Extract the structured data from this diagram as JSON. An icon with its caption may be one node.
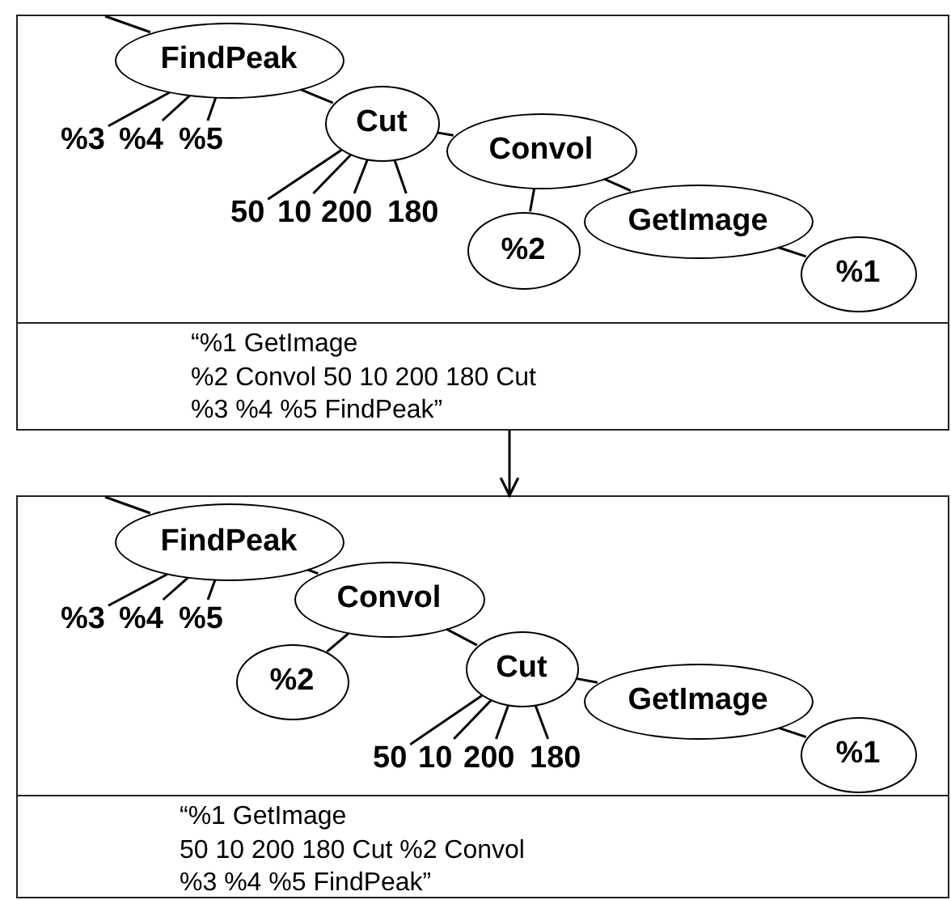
{
  "diagram": {
    "nodes": [
      {
        "text": [],
        "shape": "box"
      },
      {
        "text": [
          "FindPeak"
        ],
        "in": 0
      },
      {
        "text": [
          "%3"
        ],
        "in": 0
      },
      {
        "text": [
          "%4"
        ],
        "in": 0
      },
      {
        "text": [
          "%5"
        ],
        "in": 0
      },
      {
        "text": [
          "Cut"
        ],
        "in": 0
      },
      {
        "text": [
          "50"
        ],
        "in": 0
      },
      {
        "text": [
          "10"
        ],
        "in": 0
      },
      {
        "text": [
          "200"
        ],
        "in": 0
      },
      {
        "text": [
          "180"
        ],
        "in": 0
      },
      {
        "text": [
          "Convol"
        ],
        "in": 0
      },
      {
        "text": [
          "%2"
        ],
        "in": 0
      },
      {
        "text": [
          "GetImage"
        ],
        "in": 0
      },
      {
        "text": [
          "%1"
        ],
        "in": 0
      },
      {
        "text": [
          "“%1 GetImage",
          "%2 Convol 50 10 200 180 Cut",
          "%3 %4 %5 FindPeak”"
        ]
      },
      {
        "text": [],
        "shape": "box"
      },
      {
        "text": [
          "FindPeak"
        ],
        "in": 15
      },
      {
        "text": [
          "%3"
        ],
        "in": 15
      },
      {
        "text": [
          "%4"
        ],
        "in": 15
      },
      {
        "text": [
          "%5"
        ],
        "in": 15
      },
      {
        "text": [
          "Convol"
        ],
        "in": 15
      },
      {
        "text": [
          "%2"
        ],
        "in": 15
      },
      {
        "text": [
          "Cut"
        ],
        "in": 15
      },
      {
        "text": [
          "50"
        ],
        "in": 15
      },
      {
        "text": [
          "10"
        ],
        "in": 15
      },
      {
        "text": [
          "200"
        ],
        "in": 15
      },
      {
        "text": [
          "180"
        ],
        "in": 15
      },
      {
        "text": [
          "GetImage"
        ],
        "in": 15
      },
      {
        "text": [
          "%1"
        ],
        "in": 15
      },
      {
        "text": [
          "“%1 GetImage",
          "50 10 200 180 Cut %2 Convol",
          "%3 %4 %5 FindPeak”"
        ]
      }
    ],
    "edges": [
      {
        "from": null,
        "to": 1,
        "arrow": "none"
      },
      {
        "from": 1,
        "to": 2,
        "arrow": "none"
      },
      {
        "from": 1,
        "to": 3,
        "arrow": "none"
      },
      {
        "from": 1,
        "to": 4,
        "arrow": "none"
      },
      {
        "from": 1,
        "to": 5,
        "arrow": "none"
      },
      {
        "from": 5,
        "to": 6,
        "arrow": "none"
      },
      {
        "from": 5,
        "to": 7,
        "arrow": "none"
      },
      {
        "from": 5,
        "to": 8,
        "arrow": "none"
      },
      {
        "from": 5,
        "to": 9,
        "arrow": "none"
      },
      {
        "from": 5,
        "to": 10,
        "arrow": "none"
      },
      {
        "from": 10,
        "to": 11,
        "arrow": "none"
      },
      {
        "from": 10,
        "to": 12,
        "arrow": "none"
      },
      {
        "from": 12,
        "to": 13,
        "arrow": "none"
      },
      {
        "from": 14,
        "to": 15,
        "arrow": "to"
      },
      {
        "from": null,
        "to": 16,
        "arrow": "none"
      },
      {
        "from": 16,
        "to": 17,
        "arrow": "none"
      },
      {
        "from": 16,
        "to": 18,
        "arrow": "none"
      },
      {
        "from": 16,
        "to": 19,
        "arrow": "none"
      },
      {
        "from": 16,
        "to": 20,
        "arrow": "none"
      },
      {
        "from": 20,
        "to": 21,
        "arrow": "none"
      },
      {
        "from": 20,
        "to": 22,
        "arrow": "none"
      },
      {
        "from": 22,
        "to": 23,
        "arrow": "none"
      },
      {
        "from": 22,
        "to": 24,
        "arrow": "none"
      },
      {
        "from": 22,
        "to": 25,
        "arrow": "none"
      },
      {
        "from": 22,
        "to": 26,
        "arrow": "none"
      },
      {
        "from": 22,
        "to": 27,
        "arrow": "none"
      },
      {
        "from": 27,
        "to": 28,
        "arrow": "none"
      }
    ]
  }
}
